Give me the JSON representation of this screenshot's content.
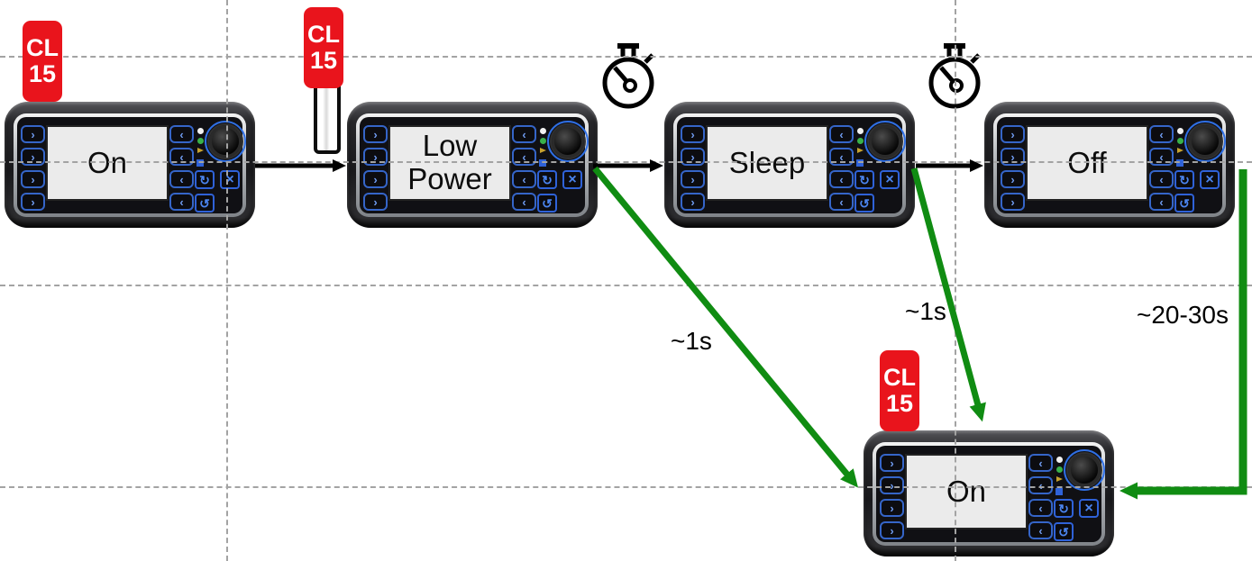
{
  "badge": {
    "line1": "CL",
    "line2": "15"
  },
  "devices": [
    {
      "label": "On"
    },
    {
      "label": "Low Power"
    },
    {
      "label": "Sleep"
    },
    {
      "label": "Off"
    },
    {
      "label": "On"
    }
  ],
  "transitions": {
    "low_power_to_on": "~1s",
    "sleep_to_on": "~1s",
    "off_to_on": "~20-30s"
  },
  "device_glyphs": {
    "left_key": "›",
    "right_key": "‹",
    "refresh": "↻",
    "close": "×",
    "undo": "↺"
  },
  "colors": {
    "black_arrow": "#000000",
    "green_arrow": "#108c12",
    "badge_red": "#e9141c",
    "gridline": "#a3a3a3",
    "screen_bg": "#ebebeb"
  }
}
